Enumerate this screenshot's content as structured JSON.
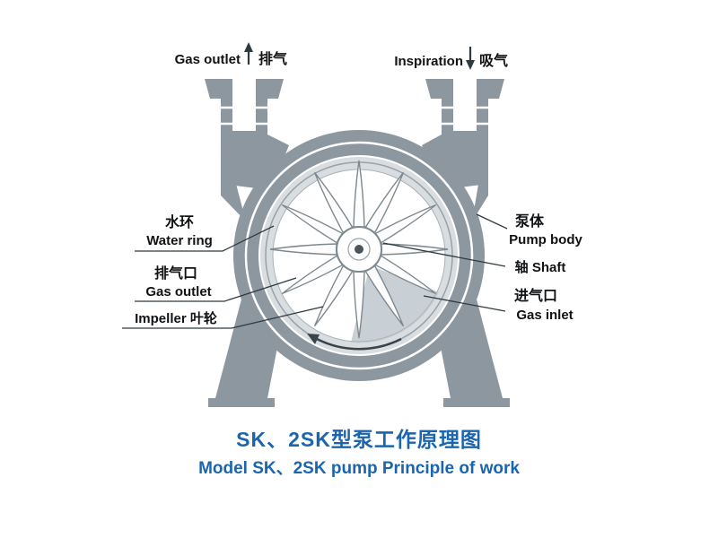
{
  "colors": {
    "body_gray": "#8d97a0",
    "shade_light": "#d8dde0",
    "shade_mid": "#c9d0d5",
    "title_blue": "#1b65ae",
    "line_dark": "#2f3a40"
  },
  "ports": {
    "gas_outlet_top": {
      "en": "Gas outlet",
      "zh": "排气"
    },
    "inspiration_top": {
      "en": "Inspiration",
      "zh": "吸气"
    }
  },
  "parts": {
    "water_ring": {
      "zh": "水环",
      "en": "Water ring"
    },
    "gas_outlet_port": {
      "zh": "排气口",
      "en": "Gas outlet"
    },
    "impeller": {
      "label": "Impeller 叶轮"
    },
    "pump_body": {
      "zh": "泵体",
      "en": "Pump body"
    },
    "shaft": {
      "label": "轴 Shaft"
    },
    "gas_inlet_port": {
      "zh": "进气口",
      "en": "Gas inlet"
    }
  },
  "title": {
    "line1": "SK、2SK型泵工作原理图",
    "line2": "Model SK、2SK pump Principle of work"
  }
}
